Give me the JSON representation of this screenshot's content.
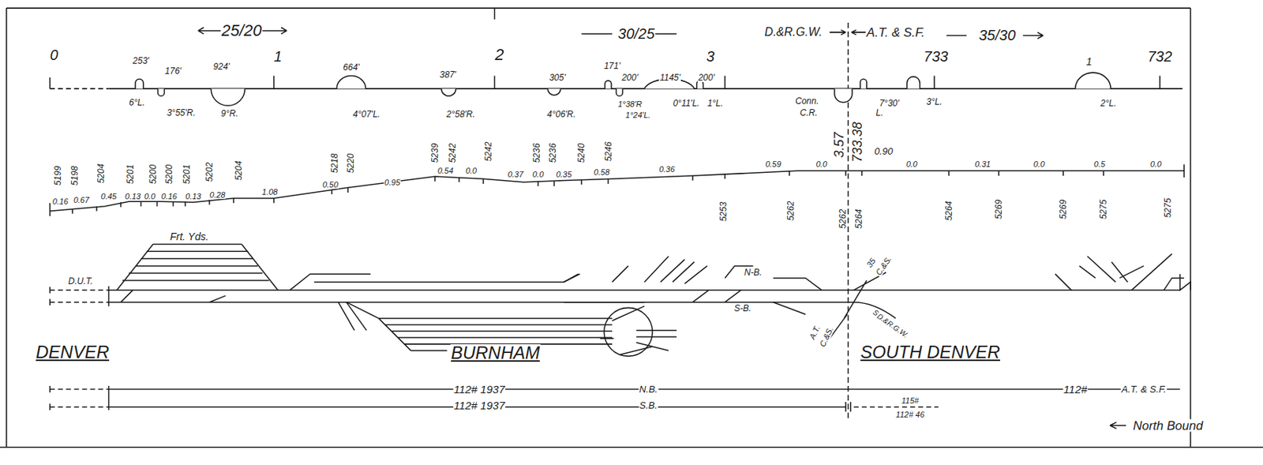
{
  "diagram": {
    "labels": [
      "25/20",
      "30/25",
      "D.&R.G.W.",
      "A.T. & S.F.",
      "35/30",
      "0",
      "1",
      "2",
      "3",
      "733",
      "1",
      "732",
      "253'",
      "176'",
      "924'",
      "664'",
      "387'",
      "305'",
      "171'",
      "200'",
      "1145'",
      "200'",
      "6°L.",
      "3°55'R.",
      "9°R.",
      "4°07'L.",
      "2°58'R.",
      "4°06'R.",
      "1°38'R",
      "1°24'L.",
      "0°11'L.",
      "1°L.",
      "Conn.",
      "C.R.",
      "7°30'",
      "L.",
      "3°L.",
      "2°L.",
      "5199",
      "5198",
      "5204",
      "5201",
      "5200",
      "5200",
      "5201",
      "5202",
      "5204",
      "5218",
      "5220",
      "5239",
      "5242",
      "5242",
      "5236",
      "5236",
      "5240",
      "5246",
      "3.57",
      "733.38",
      "0.90",
      "0.16",
      "0.67",
      "0.45",
      "0.13",
      "0.0",
      "0.16",
      "0.13",
      "0.28",
      "1.08",
      "0.50",
      "0.95",
      "0.54",
      "0.0",
      "0.37",
      "0.0",
      "0.35",
      "0.58",
      "0.36",
      "0.59",
      "0.0",
      "0.0",
      "0.31",
      "0.0",
      "0.5",
      "0.0",
      "5253",
      "5262",
      "5262",
      "5264",
      "5264",
      "5269",
      "5269",
      "5275",
      "5275",
      "Frt. Yds.",
      "D.U.T.",
      "N-B.",
      "S-B.",
      "35",
      "C.&S.",
      "S.B.",
      "D.&R.G.W.",
      "A.T.",
      "C.&S.",
      "DENVER",
      "BURNHAM",
      "SOUTH DENVER",
      "112# 1937",
      "N.B.",
      "112# 1937",
      "S.B.",
      "112#",
      "A.T. & S.F.",
      "115#",
      "112# 46",
      "North Bound"
    ]
  }
}
